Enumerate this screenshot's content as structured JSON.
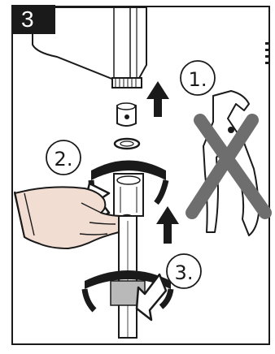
{
  "step": {
    "number": "3"
  },
  "callouts": [
    {
      "label": "1."
    },
    {
      "label": "2."
    },
    {
      "label": "3."
    }
  ],
  "colors": {
    "ink": "#1a1a1a",
    "skin": "#f2ddd3",
    "cross": "#6e6e6e",
    "grey_part": "#b9b9b9"
  },
  "icons": [
    "faucet-spout",
    "aerator",
    "washer",
    "hand",
    "pliers-crossed-out",
    "up-arrow",
    "rotate-arrow"
  ]
}
